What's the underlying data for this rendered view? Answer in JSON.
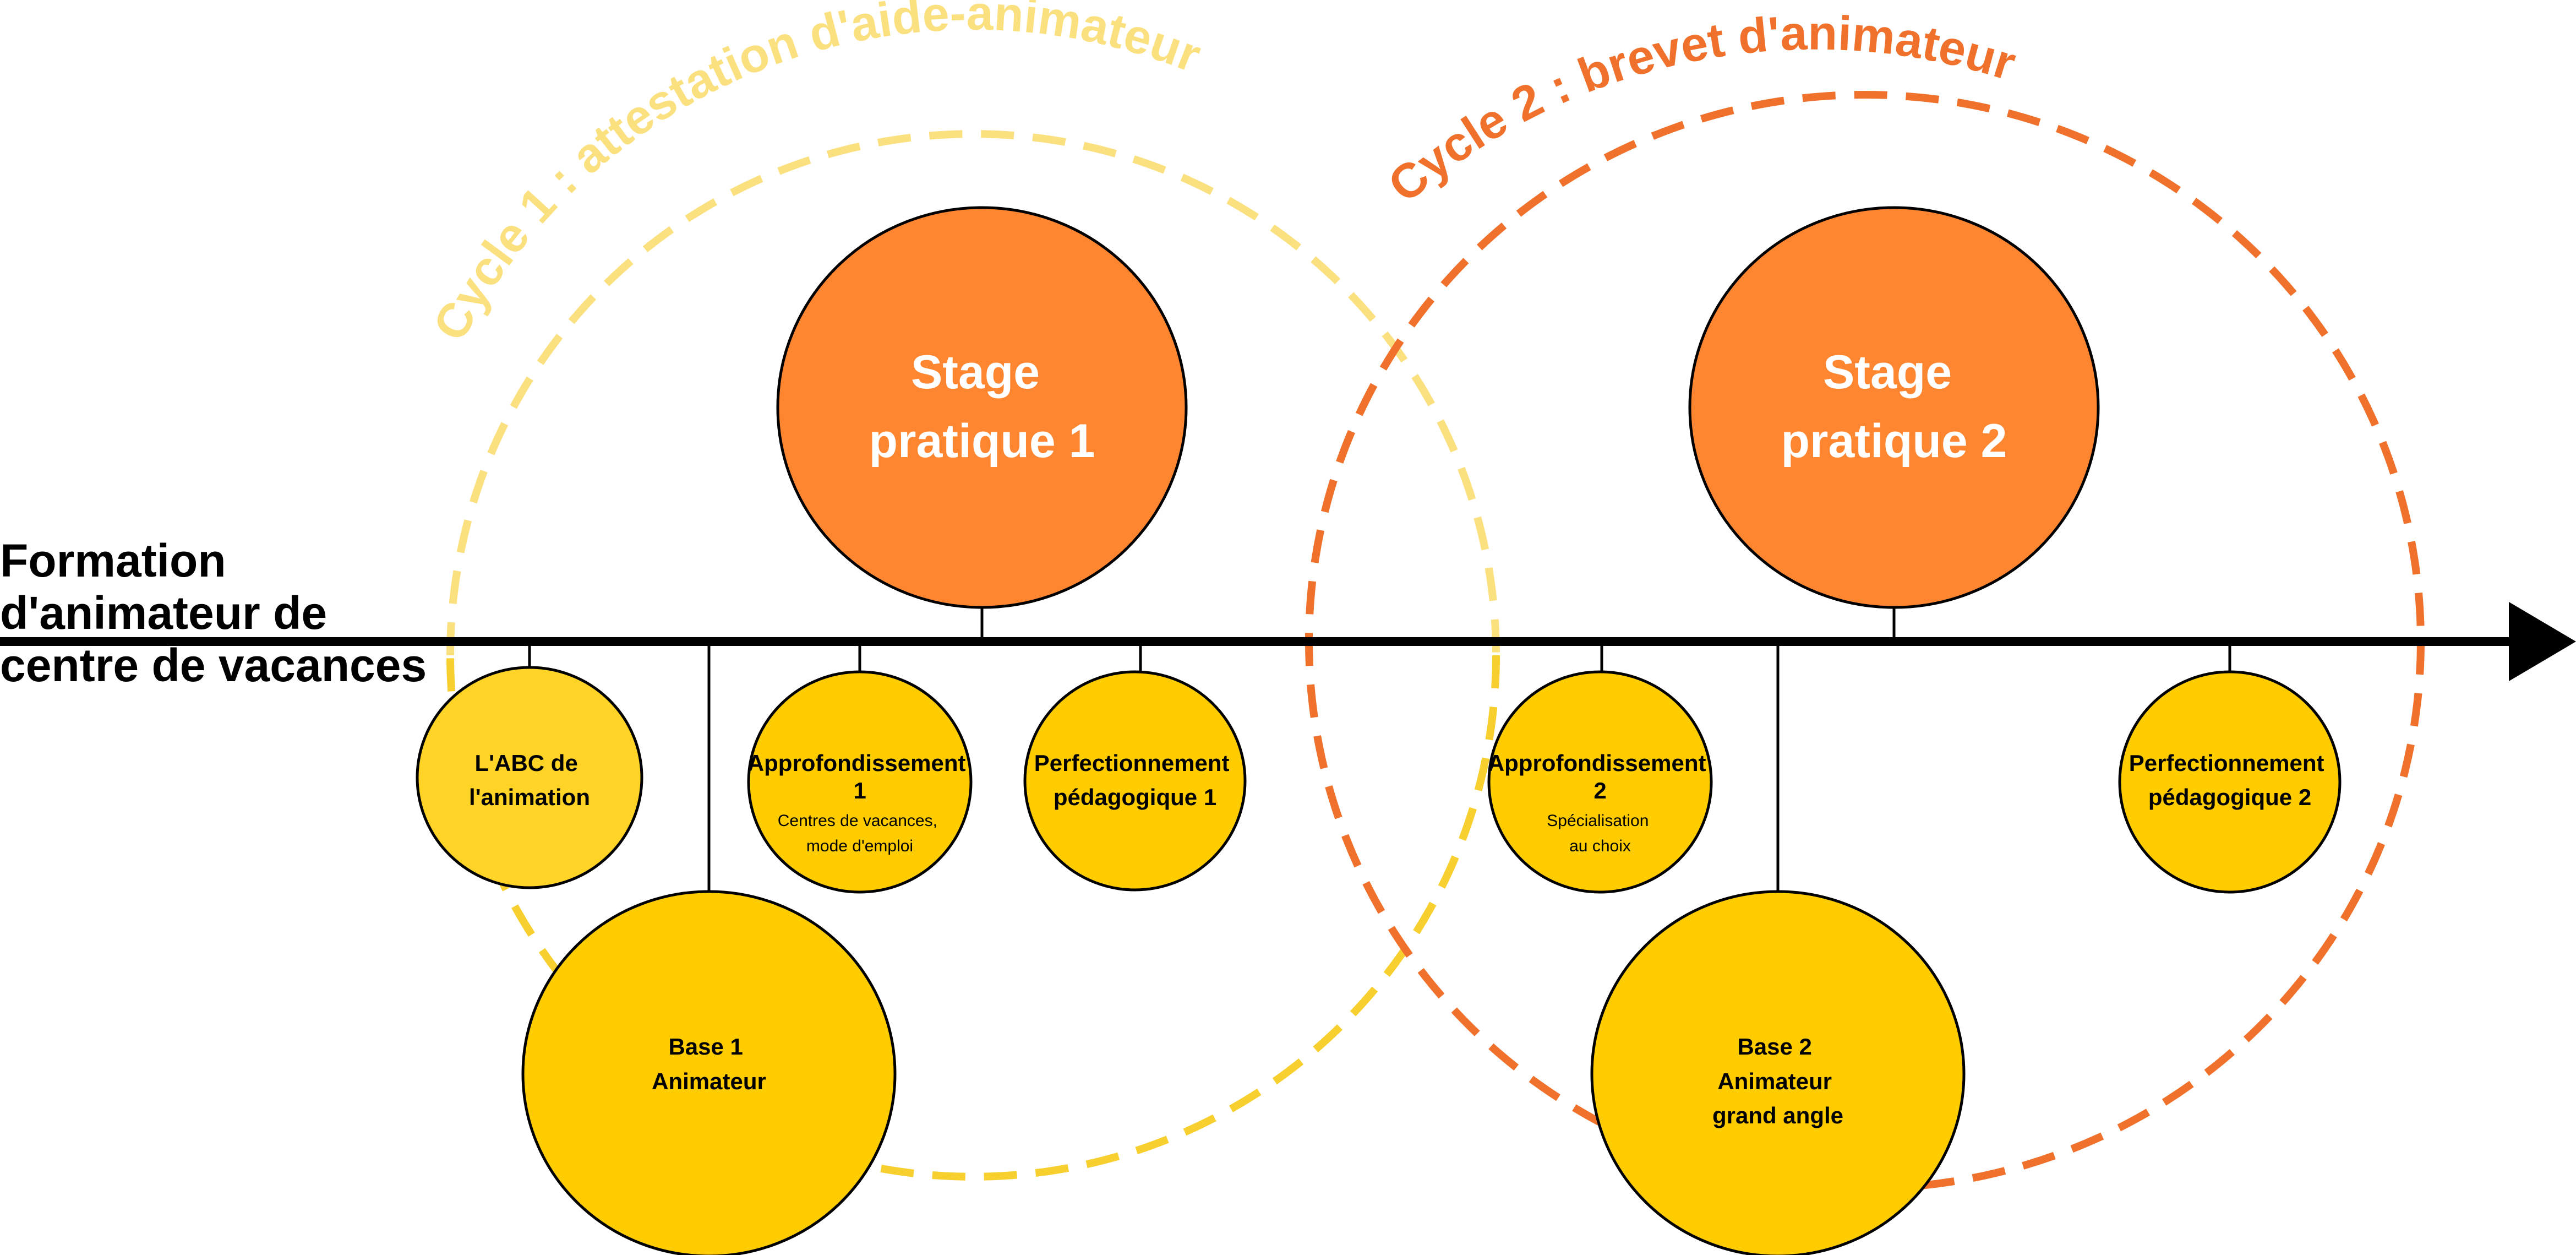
{
  "title": [
    "Formation",
    "d'animateur de",
    "centre de vacances"
  ],
  "cycles": [
    {
      "label": "Cycle 1 : attestation d'aide-animateur",
      "color": "#FBE080"
    },
    {
      "label": "Cycle 2 : brevet d'animateur",
      "color": "#F0712C"
    }
  ],
  "stages": [
    {
      "lines": [
        "Stage",
        "pratique 1"
      ]
    },
    {
      "lines": [
        "Stage",
        "pratique 2"
      ]
    }
  ],
  "modules": [
    {
      "id": "abc",
      "title": [
        "L'ABC de",
        "l'animation"
      ],
      "sub": []
    },
    {
      "id": "app1",
      "title": [
        "Approfondissement",
        "1"
      ],
      "sub": [
        "Centres de vacances,",
        "mode d'emploi"
      ]
    },
    {
      "id": "perf1",
      "title": [
        "Perfectionnement",
        "pédagogique 1"
      ],
      "sub": []
    },
    {
      "id": "app2",
      "title": [
        "Approfondissement",
        "2"
      ],
      "sub": [
        "Spécialisation",
        "au choix"
      ]
    },
    {
      "id": "perf2",
      "title": [
        "Perfectionnement",
        "pédagogique 2"
      ],
      "sub": []
    }
  ],
  "bases": [
    {
      "lines": [
        "Base 1",
        "Animateur"
      ]
    },
    {
      "lines": [
        "Base 2",
        "Animateur",
        "grand angle"
      ]
    }
  ],
  "colors": {
    "stage_fill": "#FF8631",
    "module_fill": "#FFCC00",
    "abc_fill": "#FFD426",
    "cycle1": "#FBE080",
    "cycle1_lower": "#F7D030",
    "cycle2": "#F0712C",
    "axis": "#000000"
  }
}
